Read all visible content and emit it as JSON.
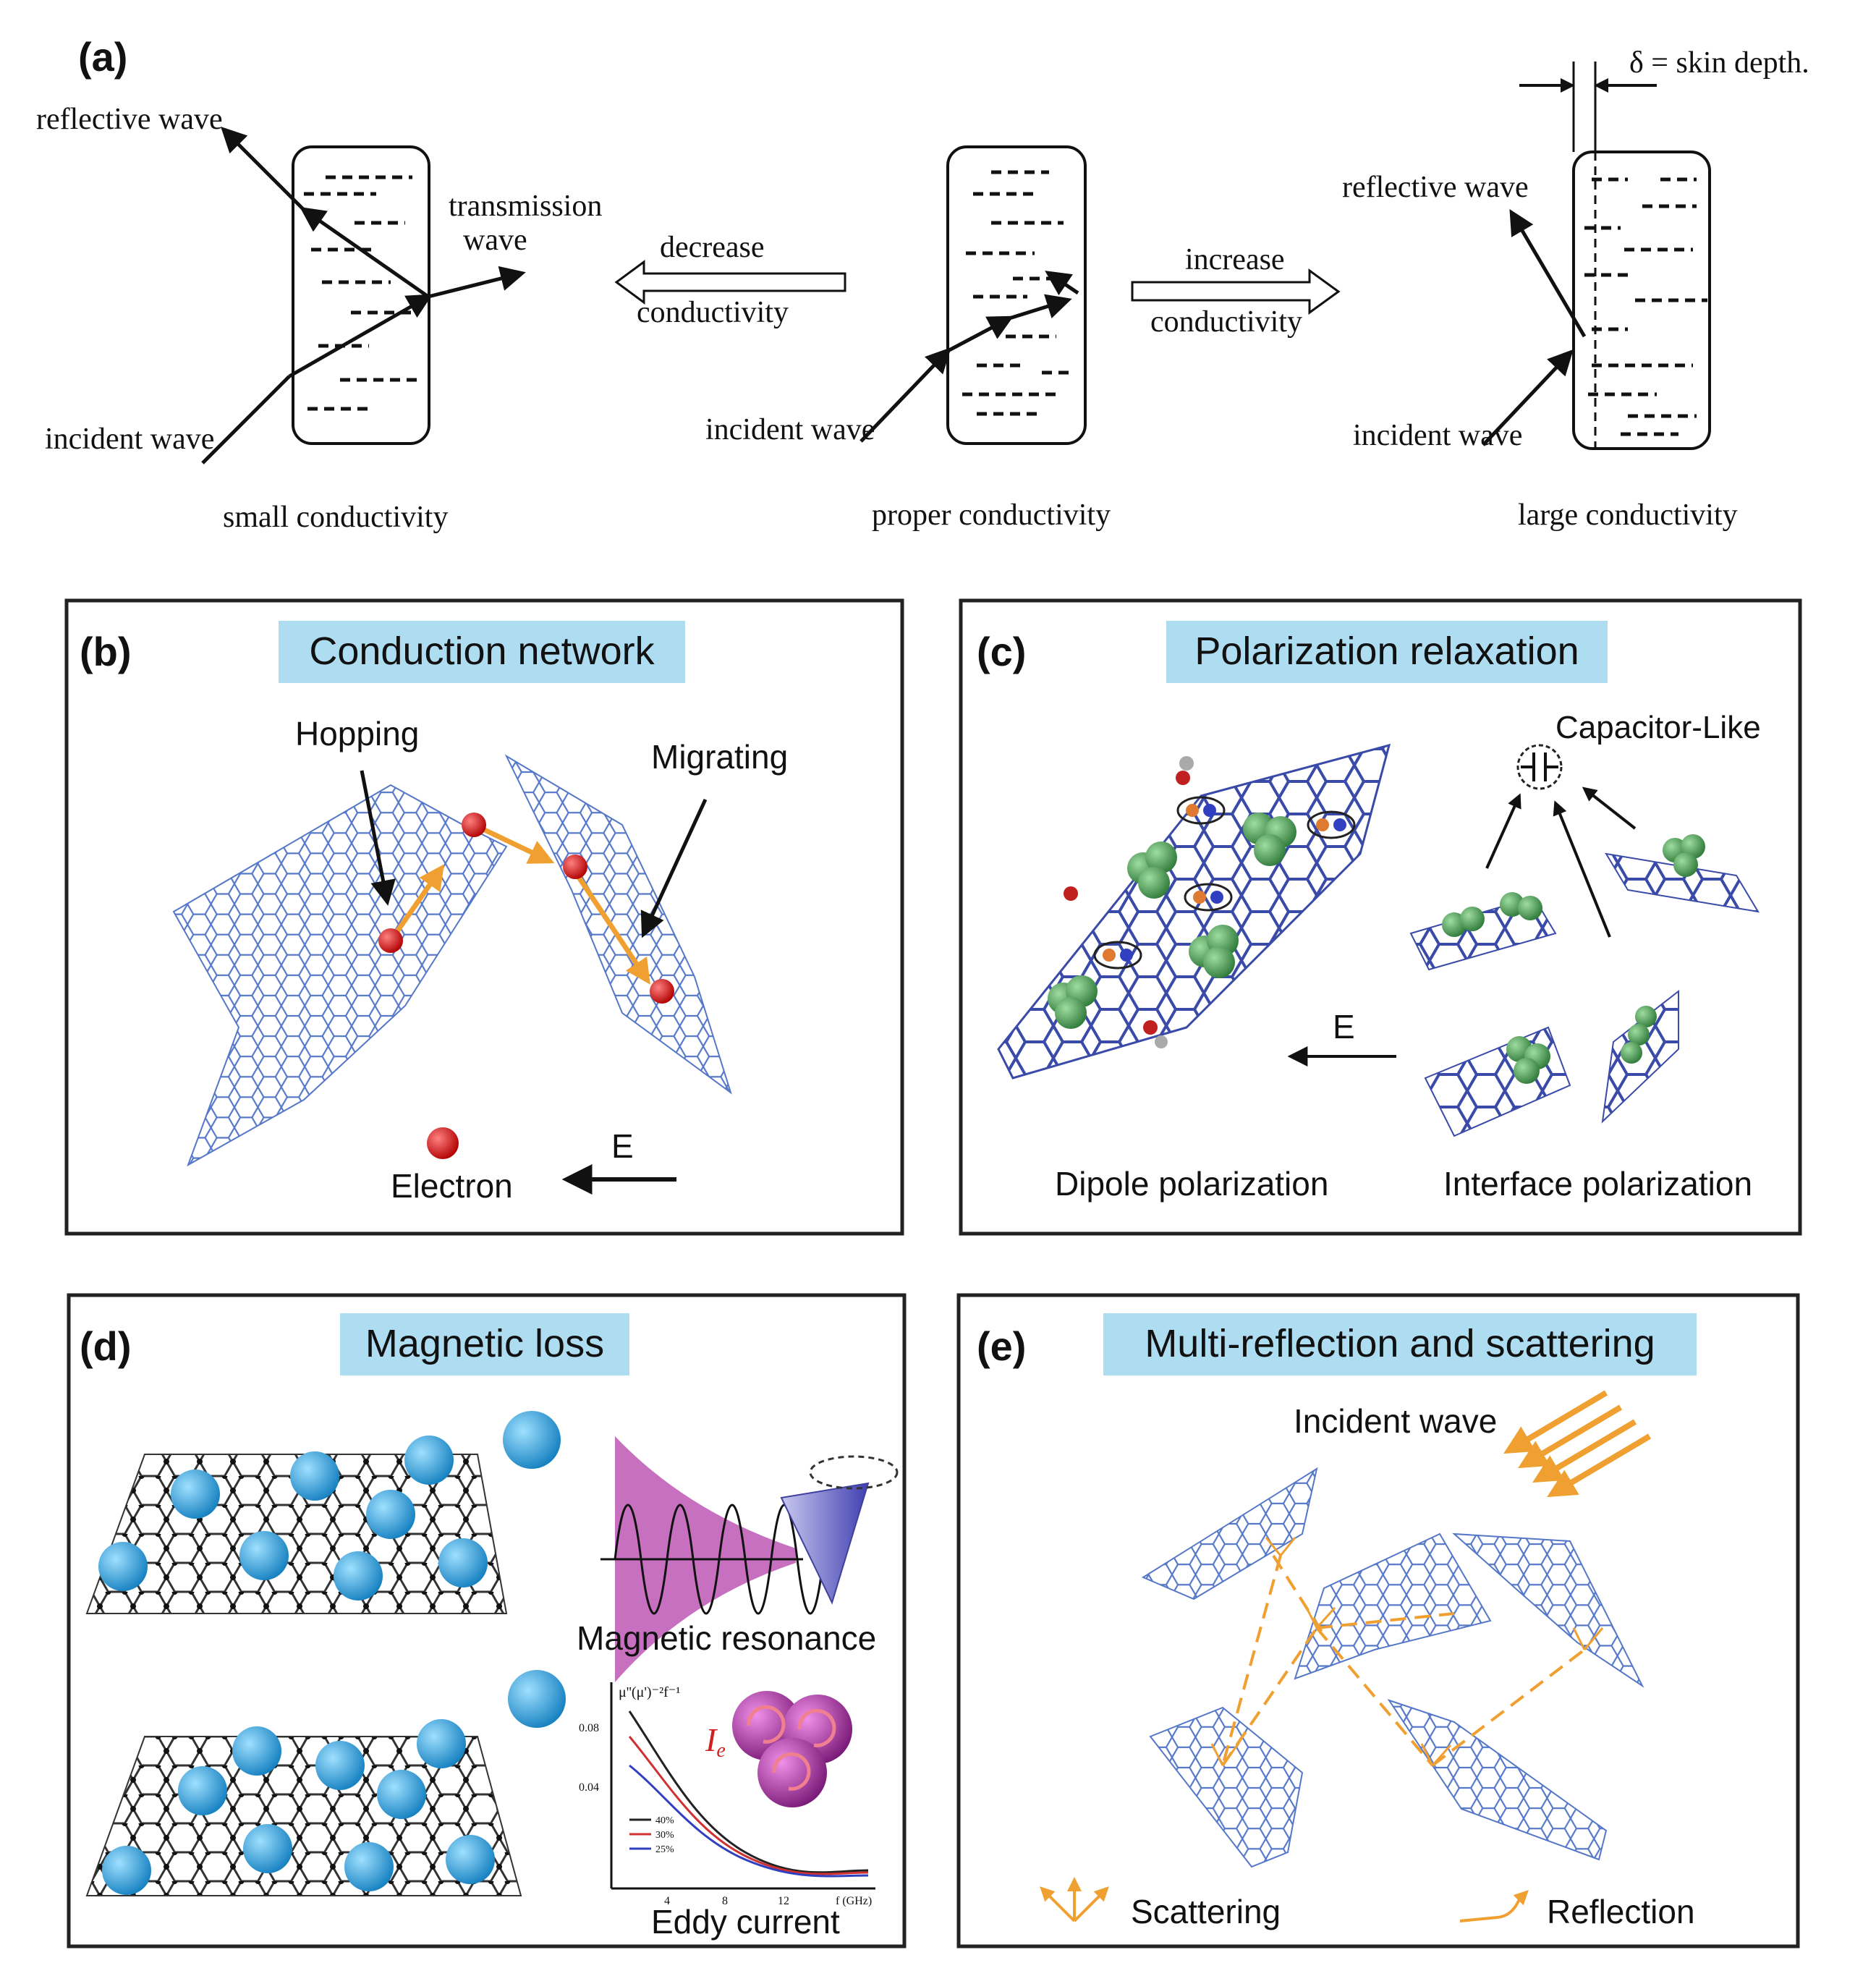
{
  "panel_a": {
    "letter": "(a)",
    "skin_depth_label": "δ =  skin depth.",
    "left": {
      "reflective": "reflective wave",
      "transmission_1": "transmission",
      "transmission_2": "wave",
      "incident": "incident wave",
      "caption": "small conductivity"
    },
    "decrease_1": "decrease",
    "decrease_2": "conductivity",
    "middle": {
      "incident": "incident wave",
      "caption": "proper conductivity"
    },
    "increase_1": "increase",
    "increase_2": "conductivity",
    "right": {
      "reflective": "reflective wave",
      "incident": "incident wave",
      "caption": "large conductivity"
    }
  },
  "panel_b": {
    "letter": "(b)",
    "title": "Conduction network",
    "hopping": "Hopping",
    "migrating": "Migrating",
    "electron": "Electron",
    "field": "E"
  },
  "panel_c": {
    "letter": "(c)",
    "title": "Polarization relaxation",
    "capacitor": "Capacitor-Like",
    "field": "E",
    "dipole": "Dipole polarization",
    "interface": "Interface polarization"
  },
  "panel_d": {
    "letter": "(d)",
    "title": "Magnetic loss",
    "resonance": "Magnetic resonance",
    "eddy": "Eddy current",
    "ie_label": "I",
    "ie_sub": "e",
    "plot_ylabel": "μ''(μ')⁻²f⁻¹",
    "plot_xlabel": "f (GHz)",
    "yticks": [
      "0.08",
      "0.04"
    ],
    "xticks": [
      "4",
      "8",
      "12"
    ],
    "legend": [
      "40%",
      "30%",
      "25%"
    ],
    "colors": [
      "#222222",
      "#d03030",
      "#3040c0"
    ]
  },
  "panel_e": {
    "letter": "(e)",
    "title": "Multi-reflection and scattering",
    "incident": "Incident wave",
    "scattering": "Scattering",
    "reflection": "Reflection"
  },
  "colors": {
    "title_bg": "#aedcf0",
    "graphene": "#5577c8",
    "electron": "#d81e1e",
    "orange": "#f0a030",
    "green": "#3f9a4c",
    "cyan_ball": "#2aa0dc",
    "magenta": "#b03aa8"
  }
}
